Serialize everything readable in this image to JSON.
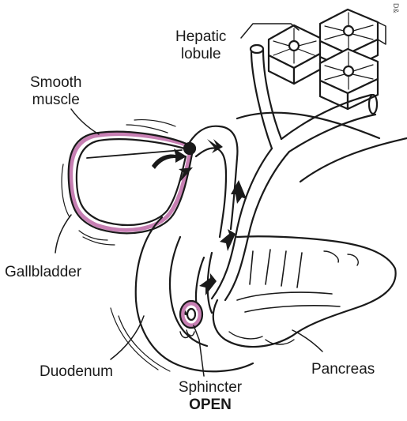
{
  "labels": {
    "hepatic_lobule_line1": "Hepatic",
    "hepatic_lobule_line2": "lobule",
    "smooth_muscle_line1": "Smooth",
    "smooth_muscle_line2": "muscle",
    "gallbladder": "Gallbladder",
    "duodenum": "Duodenum",
    "pancreas": "Pancreas",
    "sphincter": "Sphincter",
    "sphincter_state": "OPEN",
    "corner_mark": "D&"
  },
  "colors": {
    "outline": "#1a1a1a",
    "gallbladder_wall": "#c77fb3",
    "sphincter_ring": "#c77fb3",
    "background": "#ffffff"
  }
}
